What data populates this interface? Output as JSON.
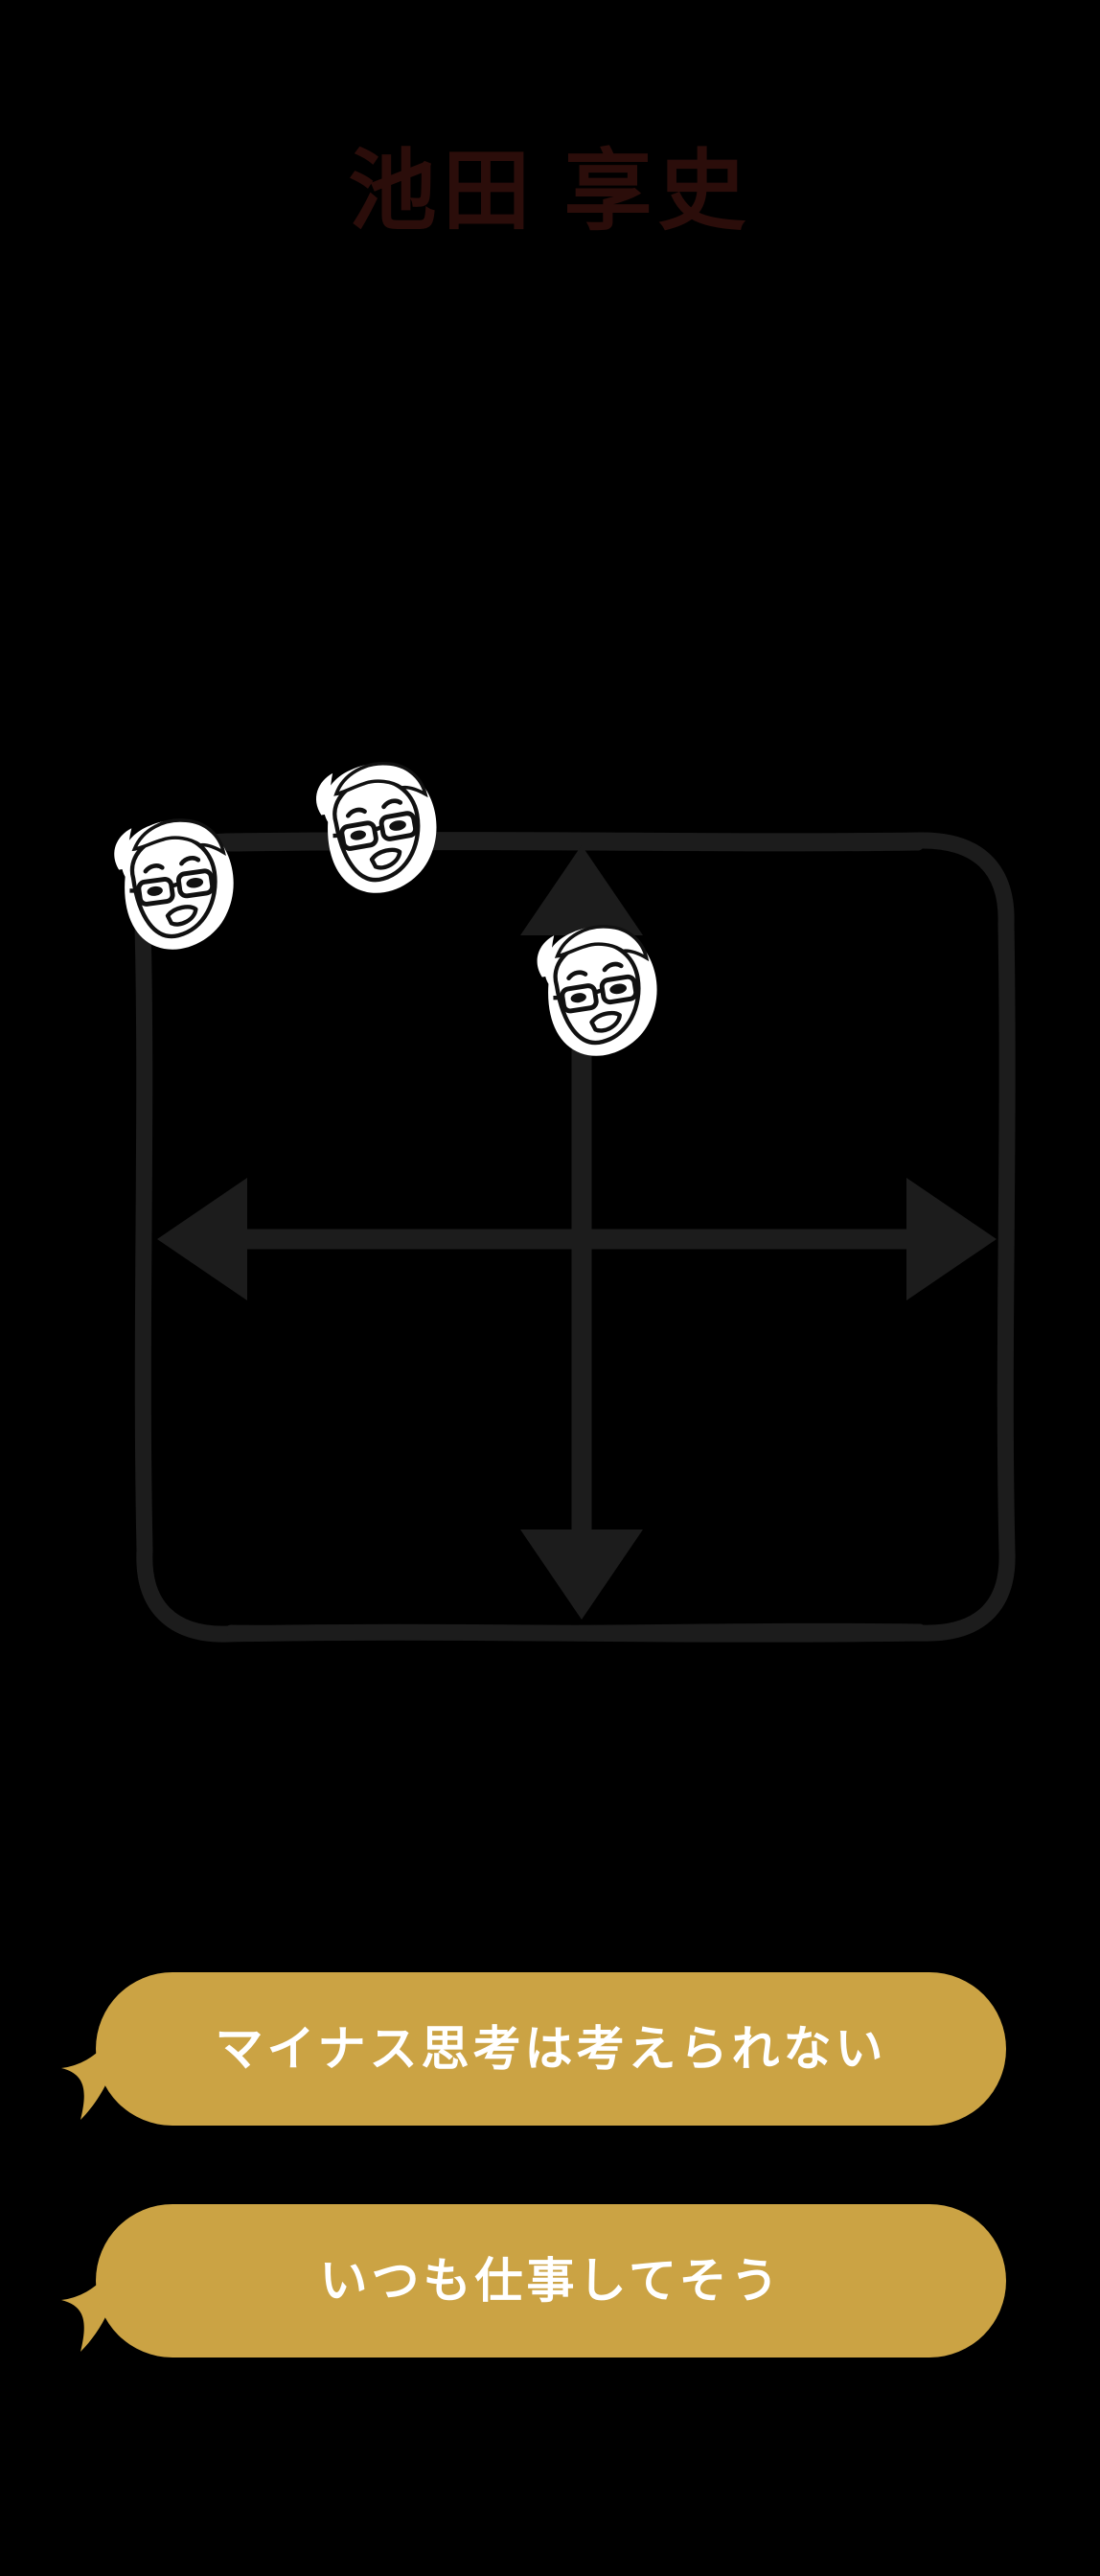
{
  "page": {
    "background_color": "#000000",
    "accent_gold": "#cba344",
    "title_color": "#2b0d0a",
    "line_color": "#1c1c1c",
    "face_color": "#ffffff"
  },
  "header": {
    "title": "池田 享史"
  },
  "matrix": {
    "label": "personality-quadrant-matrix",
    "border_color": "#1c1c1c",
    "axes": {
      "vertical_arrow_up": "arrow-up",
      "vertical_arrow_down": "arrow-down",
      "horizontal_arrow_left": "arrow-left",
      "horizontal_arrow_right": "arrow-right"
    },
    "markers": [
      {
        "id": "marker-1",
        "icon": "face-avatar-icon",
        "x_pct": -1,
        "y_pct": 104
      },
      {
        "id": "marker-2",
        "icon": "face-avatar-icon",
        "x_pct": 22,
        "y_pct": 112
      },
      {
        "id": "marker-3",
        "icon": "face-avatar-icon",
        "x_pct": 49,
        "y_pct": 92
      }
    ]
  },
  "chart_data": {
    "type": "scatter",
    "title": "",
    "xlabel": "",
    "ylabel": "",
    "xlim": [
      -1,
      1
    ],
    "ylim": [
      -1,
      1
    ],
    "grid": false,
    "legend": "none",
    "series": [
      {
        "name": "face-avatars",
        "points": [
          {
            "x": -1.02,
            "y": 1.08
          },
          {
            "x": -0.56,
            "y": 1.24
          },
          {
            "x": -0.02,
            "y": 0.84
          }
        ]
      }
    ],
    "annotations": []
  },
  "bubbles": [
    {
      "id": "bubble-1",
      "text": "マイナス思考は考えられない"
    },
    {
      "id": "bubble-2",
      "text": "いつも仕事してそう"
    }
  ]
}
